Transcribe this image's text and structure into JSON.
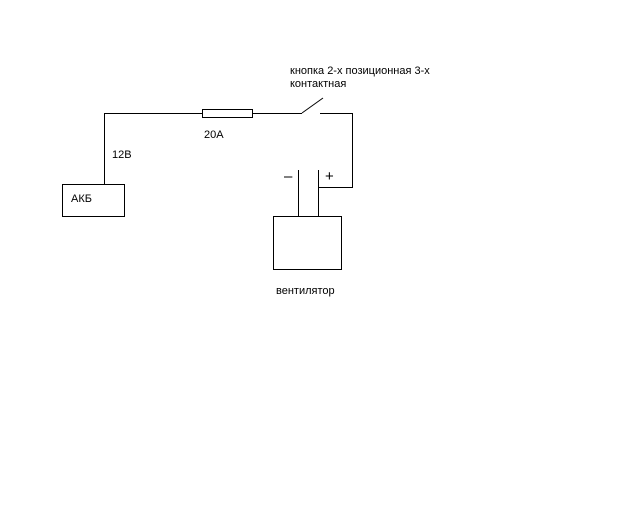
{
  "diagram": {
    "battery_label": "АКБ",
    "voltage_label": "12В",
    "fuse_label": "20А",
    "switch_label_line1": "кнопка 2-х позиционная 3-х",
    "switch_label_line2": "контактная",
    "fan_label": "вентилятор",
    "minus_sign": "–",
    "plus_sign": "+"
  }
}
